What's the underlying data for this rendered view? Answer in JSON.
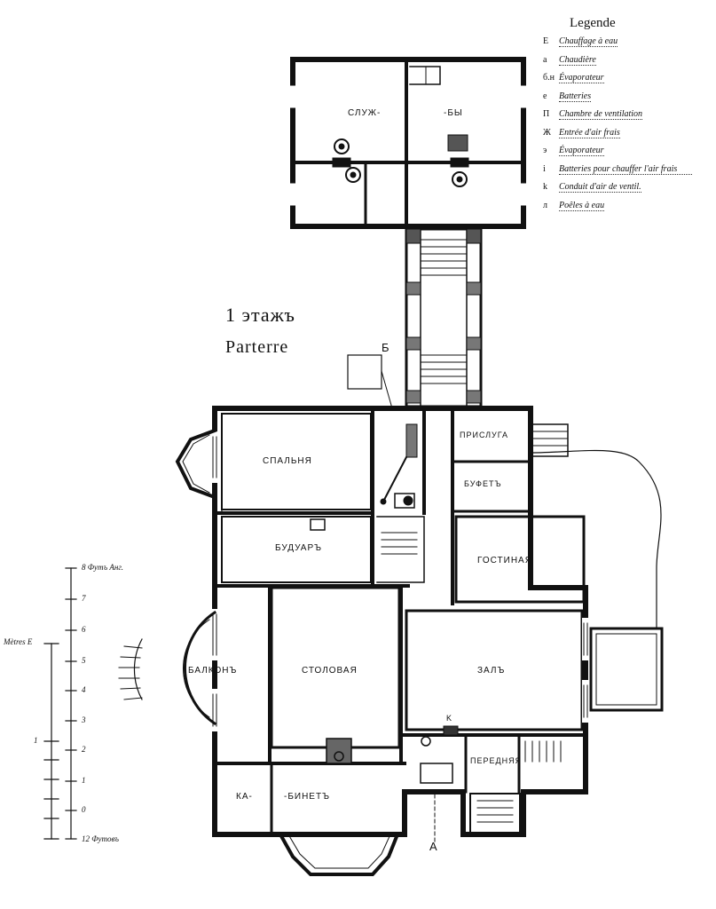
{
  "legend": {
    "title": "Legende",
    "items": [
      {
        "key": "E",
        "text": "Chauffage à eau"
      },
      {
        "key": "a",
        "text": "Chaudière"
      },
      {
        "key": "б.н",
        "text": "Évaporateur"
      },
      {
        "key": "e",
        "text": "Batteries"
      },
      {
        "key": "Π",
        "text": "Chambre de ventilation"
      },
      {
        "key": "Ж",
        "text": "Entrée d'air frais"
      },
      {
        "key": "э",
        "text": "Évaporateur"
      },
      {
        "key": "i",
        "text": "Batteries pour chauffer l'air frais"
      },
      {
        "key": "k",
        "text": "Conduit d'air de ventil."
      },
      {
        "key": "л",
        "text": "Poêles à eau"
      }
    ]
  },
  "floor": {
    "title": "1 этажъ",
    "subtitle": "Parterre"
  },
  "rooms": {
    "sluzh1": "СЛУЖ-",
    "sluzh2": "-БЫ",
    "spalnya": "СПАЛЬНЯ",
    "prisluga": "ПРИСЛУГА",
    "bufet": "БУФЕТЪ",
    "buduar": "БУДУАРЪ",
    "gostinaya": "ГОСТИНАЯ",
    "balkon": "БАЛКОНЪ",
    "stolovaya": "СТОЛОВАЯ",
    "zal": "ЗАЛЪ",
    "perednyaya": "ПЕРЕДНЯЯ",
    "ka": "КА-",
    "binet": "-БИНЕТЪ"
  },
  "marks": {
    "b": "Б",
    "a": "A",
    "k": "K"
  },
  "scale": {
    "top": "8 Футъ Анг.",
    "metres": "Mètres E",
    "bottom": "12 Футовъ",
    "ticks": [
      "7",
      "6",
      "5",
      "4",
      "3",
      "2",
      "1",
      "0"
    ],
    "metre_ticks": [
      "1"
    ]
  }
}
